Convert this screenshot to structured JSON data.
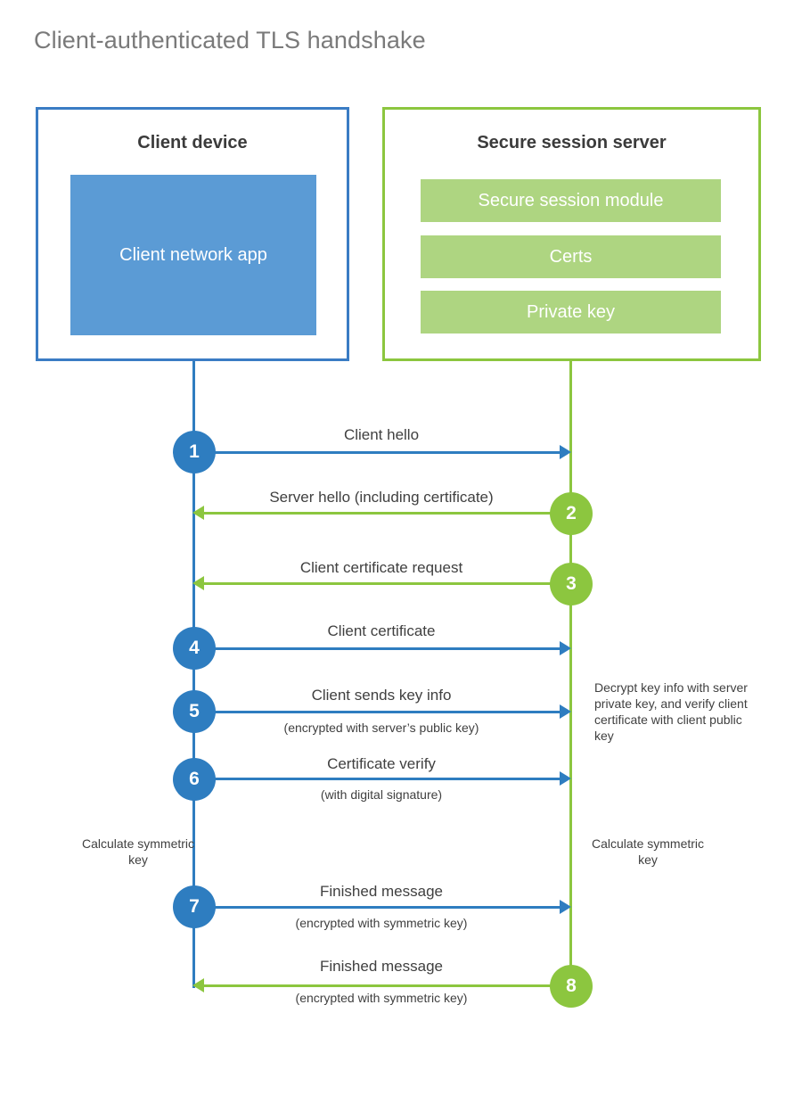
{
  "title": "Client-authenticated TLS handshake",
  "colors": {
    "client_blue": "#2e7dc0",
    "client_border_blue": "#3a7cc4",
    "client_app_fill": "#5b9bd5",
    "server_green": "#8cc63f",
    "server_bar_fill": "#aed581",
    "label_text": "#404040",
    "title_text": "#7a7a7a"
  },
  "client": {
    "box_title": "Client device",
    "app_label": "Client network app"
  },
  "server": {
    "box_title": "Secure session server",
    "components": [
      {
        "label": "Secure session module"
      },
      {
        "label": "Certs"
      },
      {
        "label": "Private key"
      }
    ]
  },
  "steps": [
    {
      "number": "1",
      "label": "Client hello",
      "sublabel": "",
      "direction": "client-to-server",
      "origin": "client"
    },
    {
      "number": "2",
      "label": "Server hello (including certificate)",
      "sublabel": "",
      "direction": "server-to-client",
      "origin": "server"
    },
    {
      "number": "3",
      "label": "Client certificate request",
      "sublabel": "",
      "direction": "server-to-client",
      "origin": "server"
    },
    {
      "number": "4",
      "label": "Client certificate",
      "sublabel": "",
      "direction": "client-to-server",
      "origin": "client"
    },
    {
      "number": "5",
      "label": "Client sends key info",
      "sublabel": "(encrypted with server’s public key)",
      "direction": "client-to-server",
      "origin": "client"
    },
    {
      "number": "6",
      "label": "Certificate verify",
      "sublabel": "(with digital signature)",
      "direction": "client-to-server",
      "origin": "client"
    },
    {
      "number": "7",
      "label": "Finished message",
      "sublabel": "(encrypted with symmetric key)",
      "direction": "client-to-server",
      "origin": "client"
    },
    {
      "number": "8",
      "label": "Finished message",
      "sublabel": "(encrypted with symmetric key)",
      "direction": "server-to-client",
      "origin": "server"
    }
  ],
  "notes": {
    "server_decrypt": "Decrypt key info with server private key, and verify client certificate with client public key",
    "client_symmetric_key": "Calculate symmetric key",
    "server_symmetric_key": "Calculate symmetric key"
  }
}
